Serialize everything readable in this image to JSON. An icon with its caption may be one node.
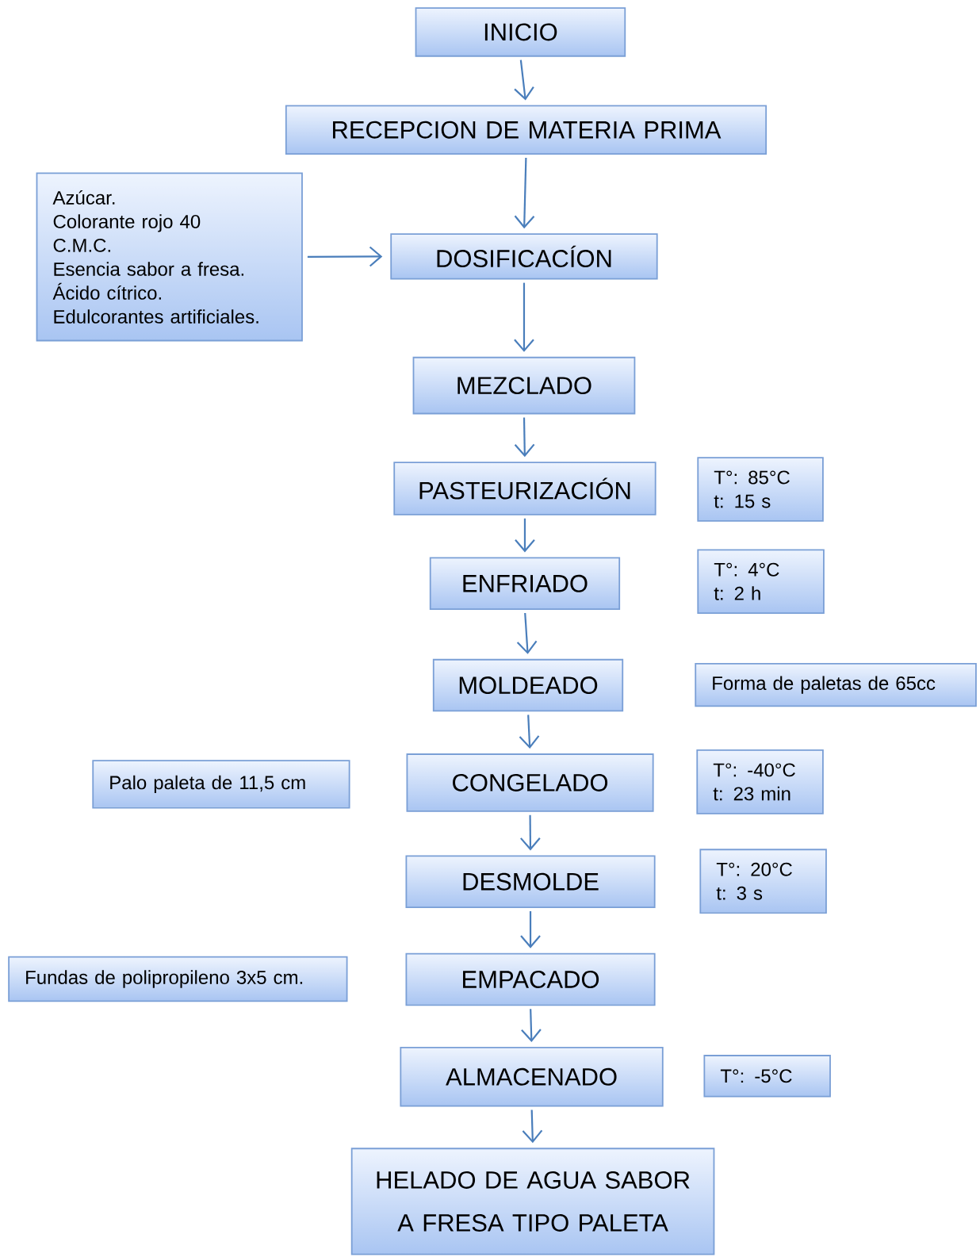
{
  "diagram": {
    "nodes": [
      {
        "text": [
          "INICIO"
        ]
      },
      {
        "text": [
          "RECEPCION DE MATERIA PRIMA"
        ]
      },
      {
        "text": [
          "Azúcar.",
          "Colorante rojo 40",
          "C.M.C.",
          "Esencia sabor a fresa.",
          "Ácido cítrico.",
          "Edulcorantes artificiales."
        ]
      },
      {
        "text": [
          "DOSIFICACÍON"
        ]
      },
      {
        "text": [
          "MEZCLADO"
        ]
      },
      {
        "text": [
          "PASTEURIZACIÓN"
        ]
      },
      {
        "text": [
          "T°: 85°C",
          "t: 15 s"
        ]
      },
      {
        "text": [
          "ENFRIADO"
        ]
      },
      {
        "text": [
          "T°: 4°C",
          "t: 2 h"
        ]
      },
      {
        "text": [
          "MOLDEADO"
        ]
      },
      {
        "text": [
          "Forma de paletas de 65cc"
        ]
      },
      {
        "text": [
          "Palo paleta de 11,5 cm"
        ]
      },
      {
        "text": [
          "CONGELADO"
        ]
      },
      {
        "text": [
          "T°: -40°C",
          "t: 23 min"
        ]
      },
      {
        "text": [
          "DESMOLDE"
        ]
      },
      {
        "text": [
          "T°: 20°C",
          "t: 3 s"
        ]
      },
      {
        "text": [
          "Fundas de polipropileno 3x5 cm."
        ]
      },
      {
        "text": [
          "EMPACADO"
        ]
      },
      {
        "text": [
          "ALMACENADO"
        ]
      },
      {
        "text": [
          "T°: -5°C"
        ]
      },
      {
        "text": [
          "HELADO DE AGUA SABOR A FRESA TIPO PALETA"
        ]
      }
    ],
    "edges": [
      {
        "from": 0,
        "to": 1,
        "arrow": "to"
      },
      {
        "from": 1,
        "to": 3,
        "arrow": "to"
      },
      {
        "from": 2,
        "to": 3,
        "arrow": "to"
      },
      {
        "from": 3,
        "to": 4,
        "arrow": "to"
      },
      {
        "from": 4,
        "to": 5,
        "arrow": "to"
      },
      {
        "from": 5,
        "to": 7,
        "arrow": "to"
      },
      {
        "from": 7,
        "to": 9,
        "arrow": "to"
      },
      {
        "from": 9,
        "to": 12,
        "arrow": "to"
      },
      {
        "from": 12,
        "to": 14,
        "arrow": "to"
      },
      {
        "from": 14,
        "to": 17,
        "arrow": "to"
      },
      {
        "from": 17,
        "to": 18,
        "arrow": "to"
      },
      {
        "from": 18,
        "to": 20,
        "arrow": "to"
      }
    ]
  }
}
